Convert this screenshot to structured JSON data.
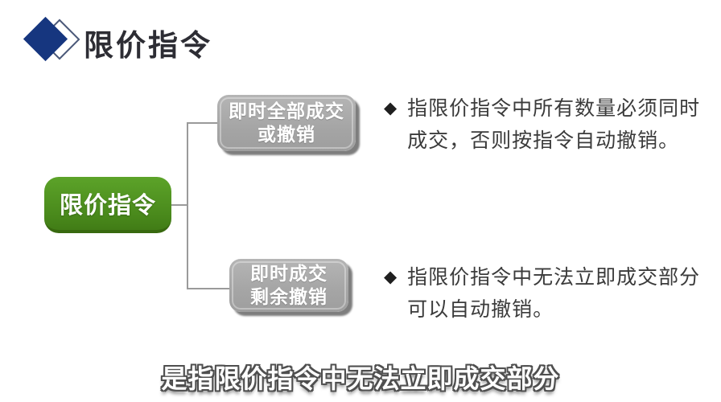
{
  "header": {
    "title": "限价指令",
    "icon": "diamond-logo-icon",
    "title_color": "#2d2d34",
    "icon_color": "#16367f"
  },
  "diagram": {
    "root": {
      "label": "限价指令",
      "color": "#4a8a1c"
    },
    "node_color": "#a8a8a8",
    "connector_color": "#9a9a9a",
    "branches": [
      {
        "node": {
          "label_lines": [
            "即时全部成交",
            "或撤销"
          ]
        },
        "bullet": {
          "marker": "◆",
          "text": "指限价指令中所有数量必须同时成交，否则按指令自动撤销。"
        }
      },
      {
        "node": {
          "label_lines": [
            "即时成交",
            "剩余撤销"
          ]
        },
        "bullet": {
          "marker": "◆",
          "text": "指限价指令中无法立即成交部分可以自动撤销。"
        }
      }
    ]
  },
  "subtitle": {
    "text": "是指限价指令中无法立即成交部分"
  }
}
